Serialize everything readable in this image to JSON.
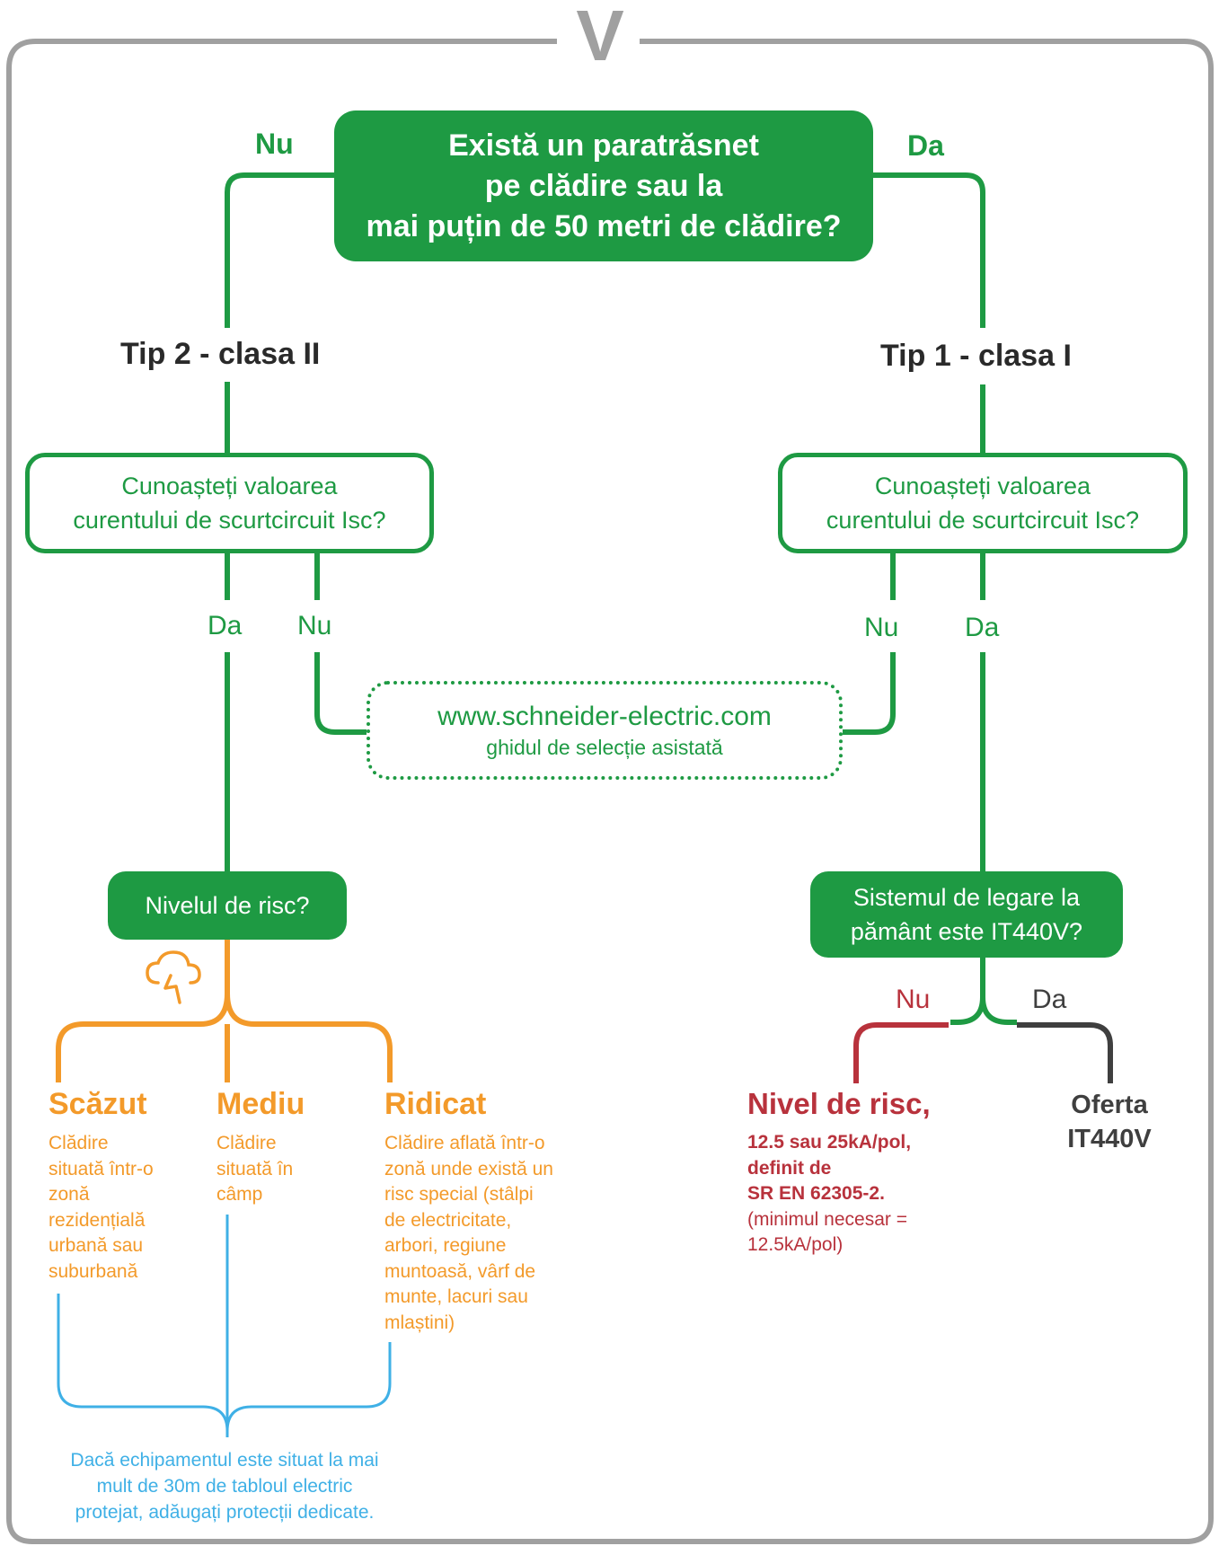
{
  "main_question": {
    "line1": "Există un paratrăsnet",
    "line2": "pe clădire sau la",
    "line3": "mai puțin de 50 metri de clădire?"
  },
  "branch_no": "Nu",
  "branch_yes": "Da",
  "left": {
    "type_label": "Tip 2 - clasa II",
    "question": {
      "line1": "Cunoașteți valoarea",
      "line2": "curentului de scurtcircuit Isc?"
    },
    "yes": "Da",
    "no": "Nu",
    "risk_question": "Nivelul de risc?",
    "risks": [
      {
        "title": "Scăzut",
        "desc": "Clădire\nsituată într-o\nzonă\nrezidențială\nurbană sau\nsuburbană"
      },
      {
        "title": "Mediu",
        "desc": "Clădire\nsituată în\ncâmp"
      },
      {
        "title": "Ridicat",
        "desc": "Clădire aflată într-o\nzonă unde există un\nrisc special (stâlpi\nde electricitate,\narbori, regiune\nmuntoasă, vârf de\nmunte, lacuri sau\nmlaștini)"
      }
    ],
    "note": {
      "line1": "Dacă echipamentul este situat la mai",
      "line2": "mult de 30m de tabloul electric",
      "line3": "protejat, adăugați protecții dedicate."
    }
  },
  "right": {
    "type_label": "Tip 1 - clasa I",
    "question": {
      "line1": "Cunoașteți valoarea",
      "line2": "curentului de scurtcircuit Isc?"
    },
    "no": "Nu",
    "yes": "Da",
    "earthing_question": {
      "line1": "Sistemul de legare la",
      "line2": "pământ este IT440V?"
    },
    "earthing_no": "Nu",
    "earthing_yes": "Da",
    "no_result": {
      "title": "Nivel de risc,",
      "line1": "12.5 sau 25kA/pol,",
      "line2": "definit de",
      "line3": "SR EN 62305-2.",
      "line4": "(minimul necesar =",
      "line5": "12.5kA/pol)"
    },
    "yes_result": {
      "line1": "Oferta",
      "line2": "IT440V"
    }
  },
  "website": {
    "url": "www.schneider-electric.com",
    "subtitle": "ghidul de selecție asistată"
  },
  "colors": {
    "green": "#1e9a43",
    "orange": "#f39a2a",
    "red": "#b8323c",
    "blue": "#3fb0e6",
    "grey": "#a0a0a0",
    "dark": "#3f3f3f"
  }
}
